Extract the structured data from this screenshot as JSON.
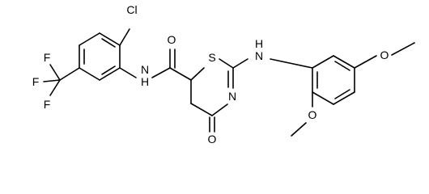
{
  "molecule": {
    "atom_labels": {
      "cl": "Cl",
      "fluorine_top": "F",
      "fluorine_left": "F",
      "fluorine_bottom": "F",
      "amide_nh": "N",
      "amide_h": "H",
      "amide_o": "O",
      "ring_s": "S",
      "amine_nh": "N",
      "amine_h": "H",
      "ring_n": "N",
      "keto_o": "O",
      "methoxy_o_top": "O",
      "methoxy_o_bottom": "O"
    }
  },
  "colors": {
    "bond": "#000000",
    "text": "#000000",
    "background": "#ffffff"
  }
}
